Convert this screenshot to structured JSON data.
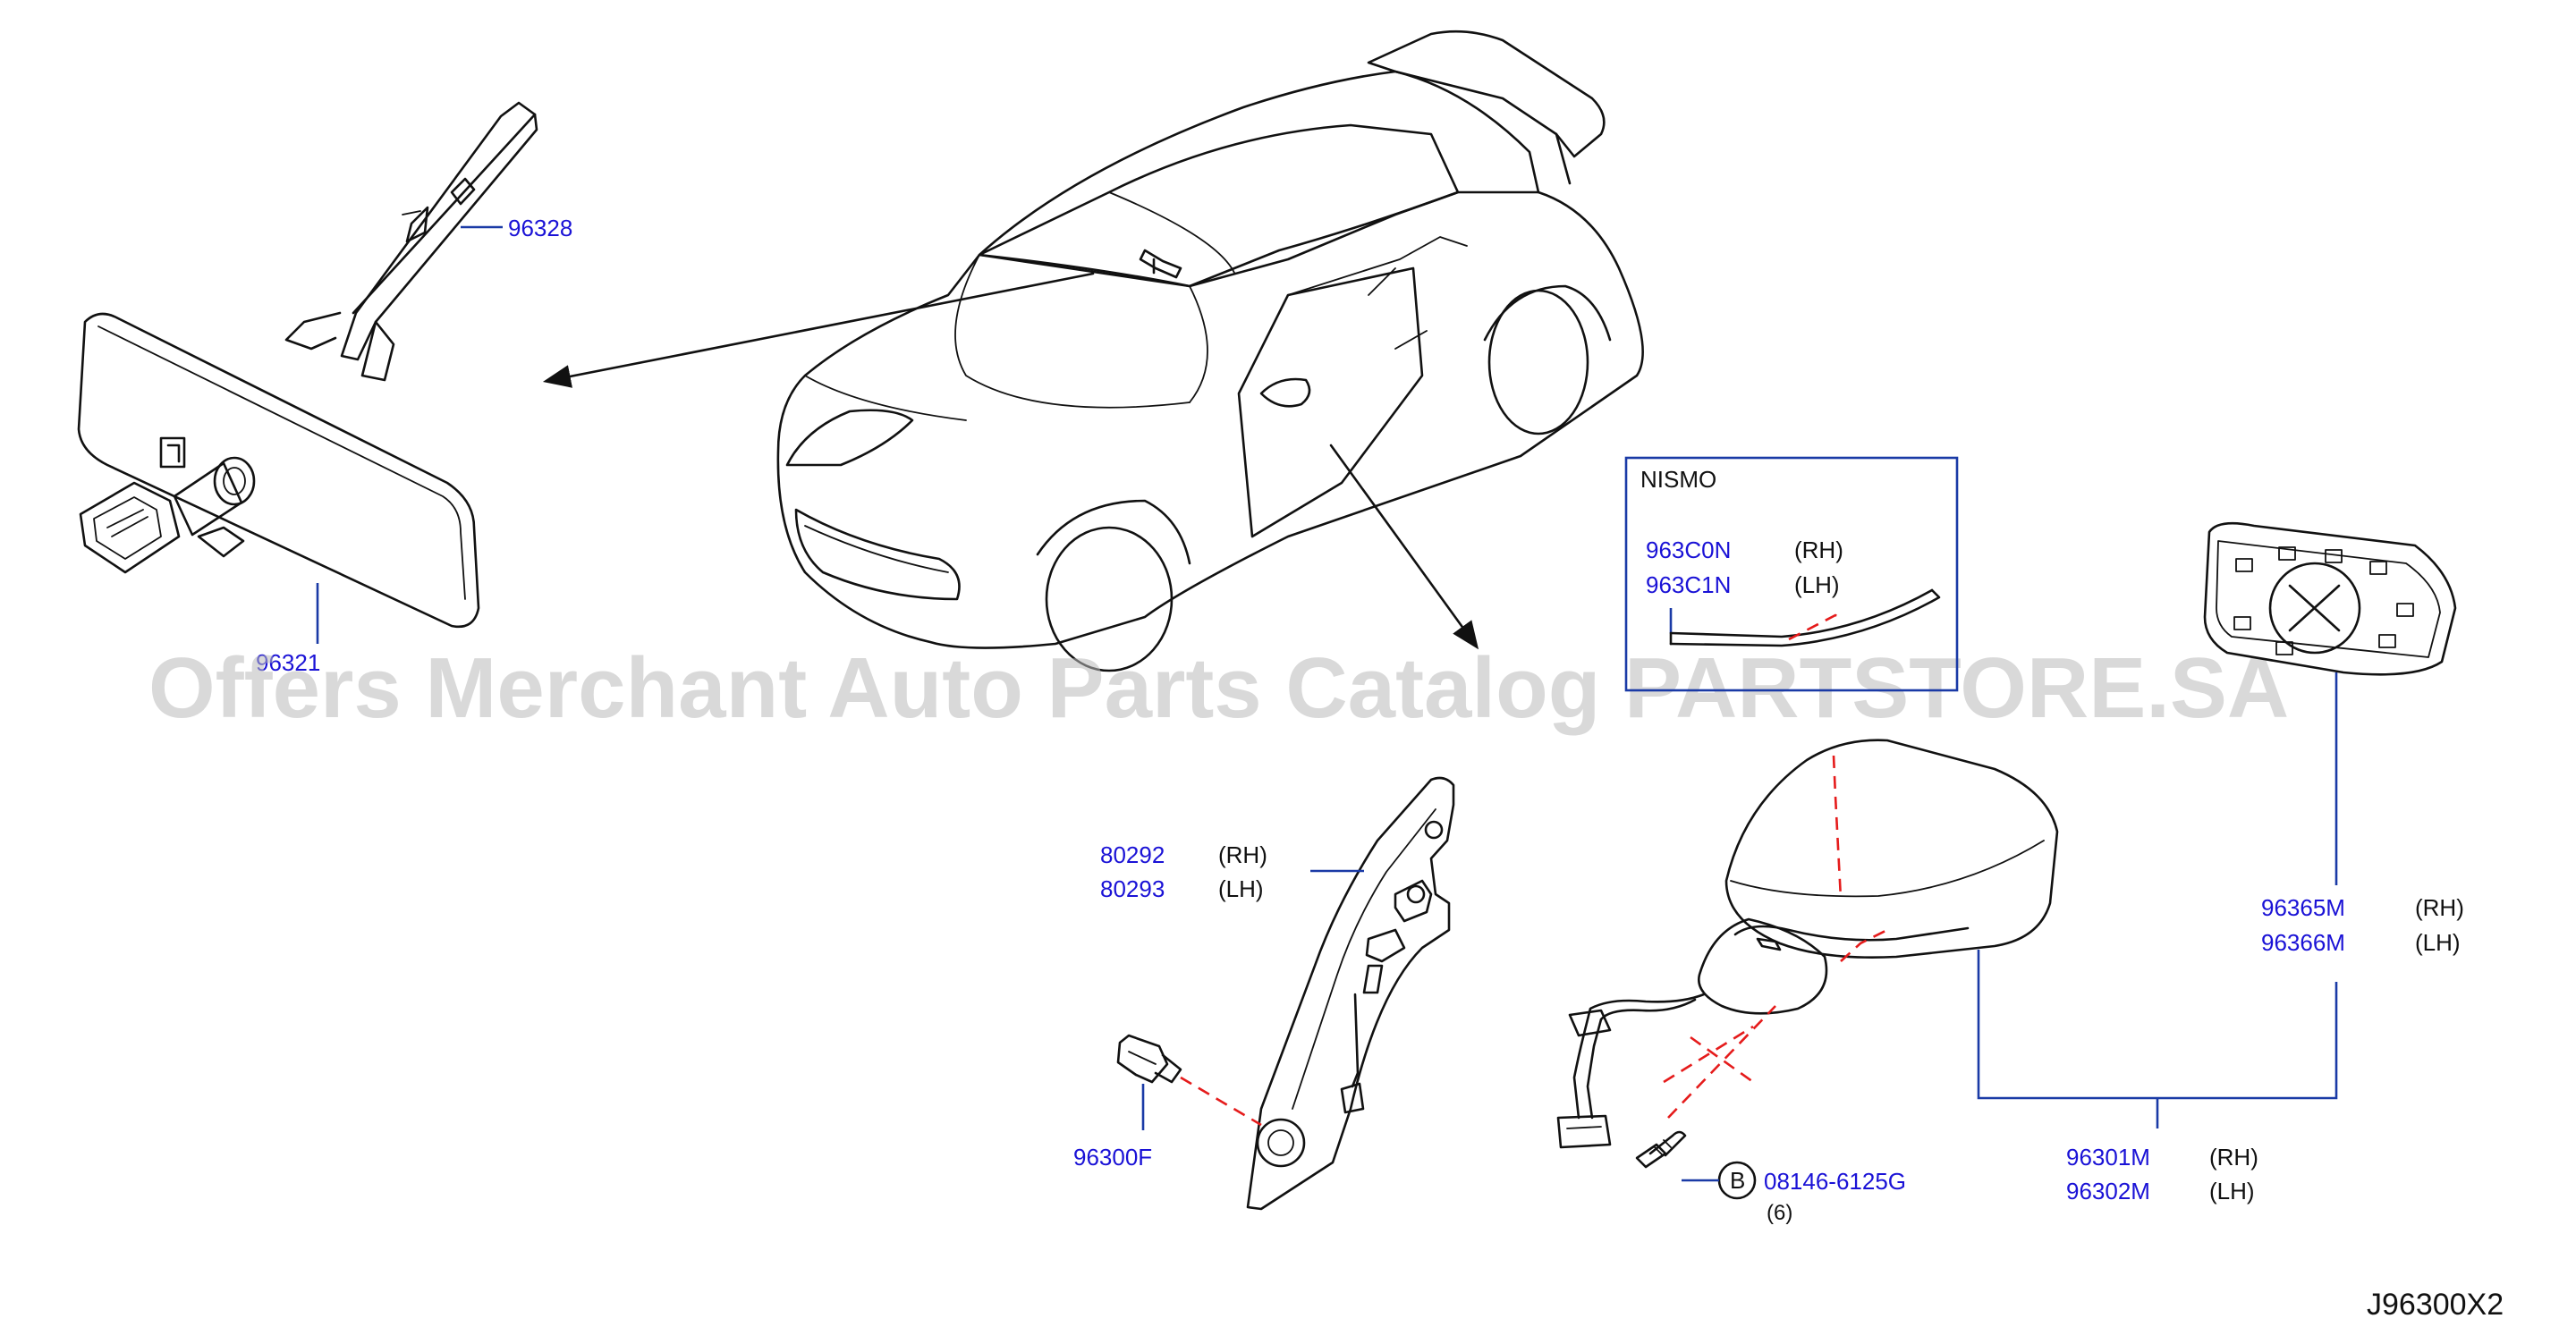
{
  "diagram_code": "J96300X2",
  "watermark": "Offers Merchant Auto Parts Catalog PARTSTORE.SA",
  "group_label": "NISMO",
  "callout_letter": "B",
  "colors": {
    "part_number": "#1a12d6",
    "leader": "#1a3aa6",
    "dashed": "#e51b1b",
    "lines": "#111111"
  },
  "parts": {
    "p96328": "96328",
    "p96321": "96321",
    "p963C0N": "963C0N",
    "p963C1N": "963C1N",
    "p80292": "80292",
    "p80293": "80293",
    "p96300F": "96300F",
    "p08146": "08146-6125G",
    "p96365M": "96365M",
    "p96366M": "96366M",
    "p96301M": "96301M",
    "p96302M": "96302M"
  },
  "qualifiers": {
    "rh": "(RH)",
    "lh": "(LH)",
    "qty6": "(6)"
  }
}
